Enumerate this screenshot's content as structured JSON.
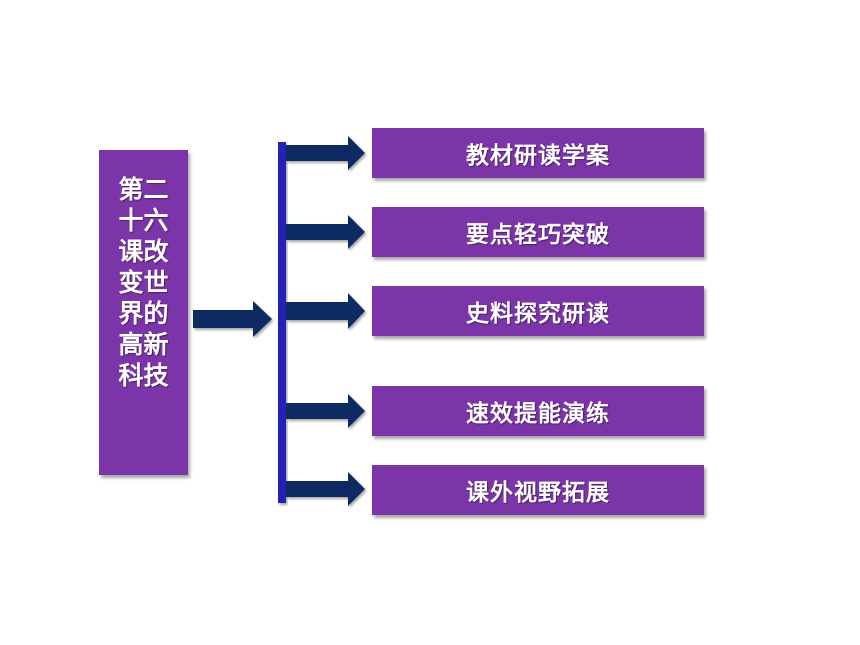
{
  "title": "第二十六课改变世界的高新科技",
  "items": [
    {
      "label": "教材研读学案"
    },
    {
      "label": "要点轻巧突破"
    },
    {
      "label": "史料探究研读"
    },
    {
      "label": "速效提能演练"
    },
    {
      "label": "课外视野拓展"
    }
  ],
  "colors": {
    "box": "#7B35A8",
    "arrow": "#0F2A63",
    "bar": "#2323B4",
    "text": "#FFFFFF"
  }
}
